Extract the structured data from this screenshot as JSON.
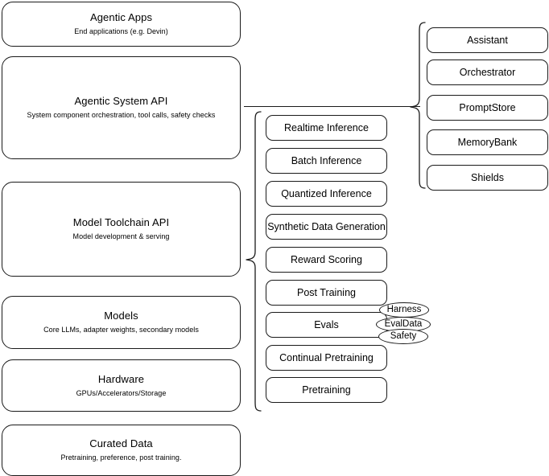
{
  "diagram": {
    "type": "layered-architecture-diagram",
    "background_color": "#ffffff",
    "stroke_color": "#1a1a1a",
    "layers": [
      {
        "id": "agentic-apps",
        "title": "Agentic Apps",
        "subtitle": "End applications (e.g. Devin)"
      },
      {
        "id": "agentic-system-api",
        "title": "Agentic System API",
        "subtitle": "System component orchestration, tool calls, safety checks"
      },
      {
        "id": "model-toolchain-api",
        "title": "Model Toolchain API",
        "subtitle": "Model development & serving"
      },
      {
        "id": "models",
        "title": "Models",
        "subtitle": "Core LLMs, adapter weights, secondary models"
      },
      {
        "id": "hardware",
        "title": "Hardware",
        "subtitle": "GPUs/Accelerators/Storage"
      },
      {
        "id": "curated-data",
        "title": "Curated Data",
        "subtitle": "Pretraining, preference, post training."
      }
    ],
    "toolchain_components": [
      {
        "id": "realtime-inference",
        "label": "Realtime Inference"
      },
      {
        "id": "batch-inference",
        "label": "Batch Inference"
      },
      {
        "id": "quantized-inference",
        "label": "Quantized Inference"
      },
      {
        "id": "synthetic-data-generation",
        "label": "Synthetic Data Generation"
      },
      {
        "id": "reward-scoring",
        "label": "Reward Scoring"
      },
      {
        "id": "post-training",
        "label": "Post Training"
      },
      {
        "id": "evals",
        "label": "Evals"
      },
      {
        "id": "continual-pretraining",
        "label": "Continual Pretraining"
      },
      {
        "id": "pretraining",
        "label": "Pretraining"
      }
    ],
    "system_components": [
      {
        "id": "assistant",
        "label": "Assistant"
      },
      {
        "id": "orchestrator",
        "label": "Orchestrator"
      },
      {
        "id": "promptstore",
        "label": "PromptStore"
      },
      {
        "id": "memorybank",
        "label": "MemoryBank"
      },
      {
        "id": "shields",
        "label": "Shields"
      }
    ],
    "evals_badges": [
      {
        "id": "harness",
        "label": "Harness"
      },
      {
        "id": "evaldata",
        "label": "EvalData"
      },
      {
        "id": "safety",
        "label": "Safety"
      }
    ]
  }
}
